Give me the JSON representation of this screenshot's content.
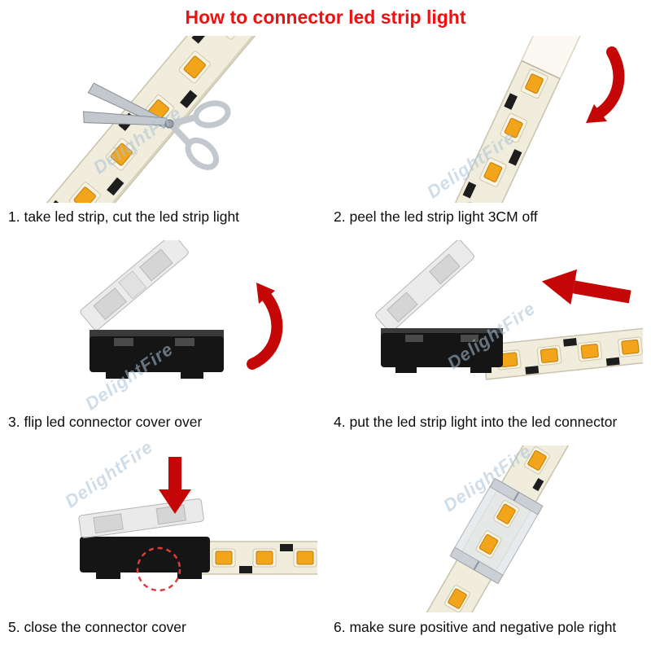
{
  "title": "How to connector led strip light",
  "watermark": {
    "text": "DelightFire"
  },
  "steps": [
    {
      "caption": "1. take led strip, cut the led strip light"
    },
    {
      "caption": "2. peel the led strip light 3CM off"
    },
    {
      "caption": "3. flip led connector cover over"
    },
    {
      "caption": "4. put the led strip light into the led connector"
    },
    {
      "caption": "5. close the connector cover"
    },
    {
      "caption": "6. make sure positive and negative pole right"
    }
  ],
  "colors": {
    "title_red": "#ee1111",
    "arrow_red": "#c40606",
    "strip_base": "#f1eddc",
    "strip_edge": "#c9c3ac",
    "led_orange": "#f2a51a",
    "led_border": "#c07c08",
    "chip_black": "#1d1d1d",
    "connector_black": "#151515",
    "cover_gray": "#e7e7e7",
    "metal_gray": "#c2c8ce",
    "watermark_blue": "#a9c3d8",
    "caption_black": "#0d0d0d"
  }
}
